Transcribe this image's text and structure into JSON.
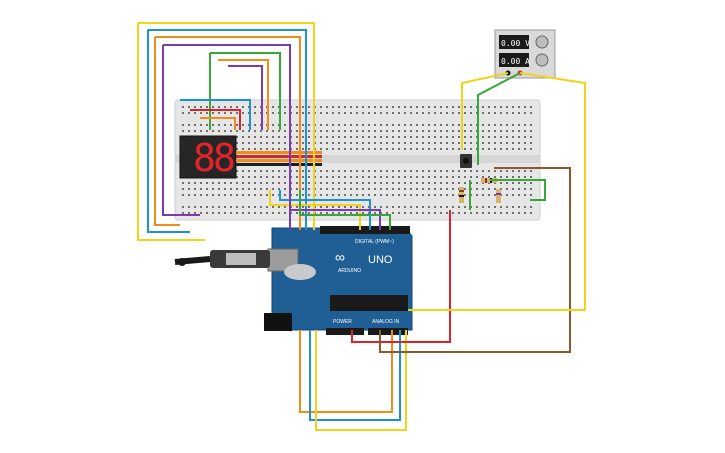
{
  "power_supply": {
    "voltage": "0.00 V",
    "current": "0.00 A"
  },
  "arduino": {
    "logo": "∞",
    "brand": "ARDUINO",
    "model": "UNO",
    "digital_label": "DIGITAL (PWM~)",
    "power_label": "POWER",
    "analog_label": "ANALOG IN"
  },
  "display": {
    "digit1": "8",
    "digit2": "8"
  },
  "colors": {
    "board_blue": "#1f5f96",
    "breadboard": "#e8e8e8",
    "display_red": "#e2232a",
    "wire_yellow": "#f2d21b",
    "wire_orange": "#f08c1e",
    "wire_blue": "#1f8fd6",
    "wire_green": "#3aa63a",
    "wire_purple": "#7a3bb0",
    "wire_brown": "#8b5a2b",
    "wire_red": "#d7262b",
    "wire_black": "#222222"
  },
  "icons": [
    "usb-plug-icon",
    "power-jack-icon",
    "arduino-logo-icon",
    "knob-icon"
  ]
}
